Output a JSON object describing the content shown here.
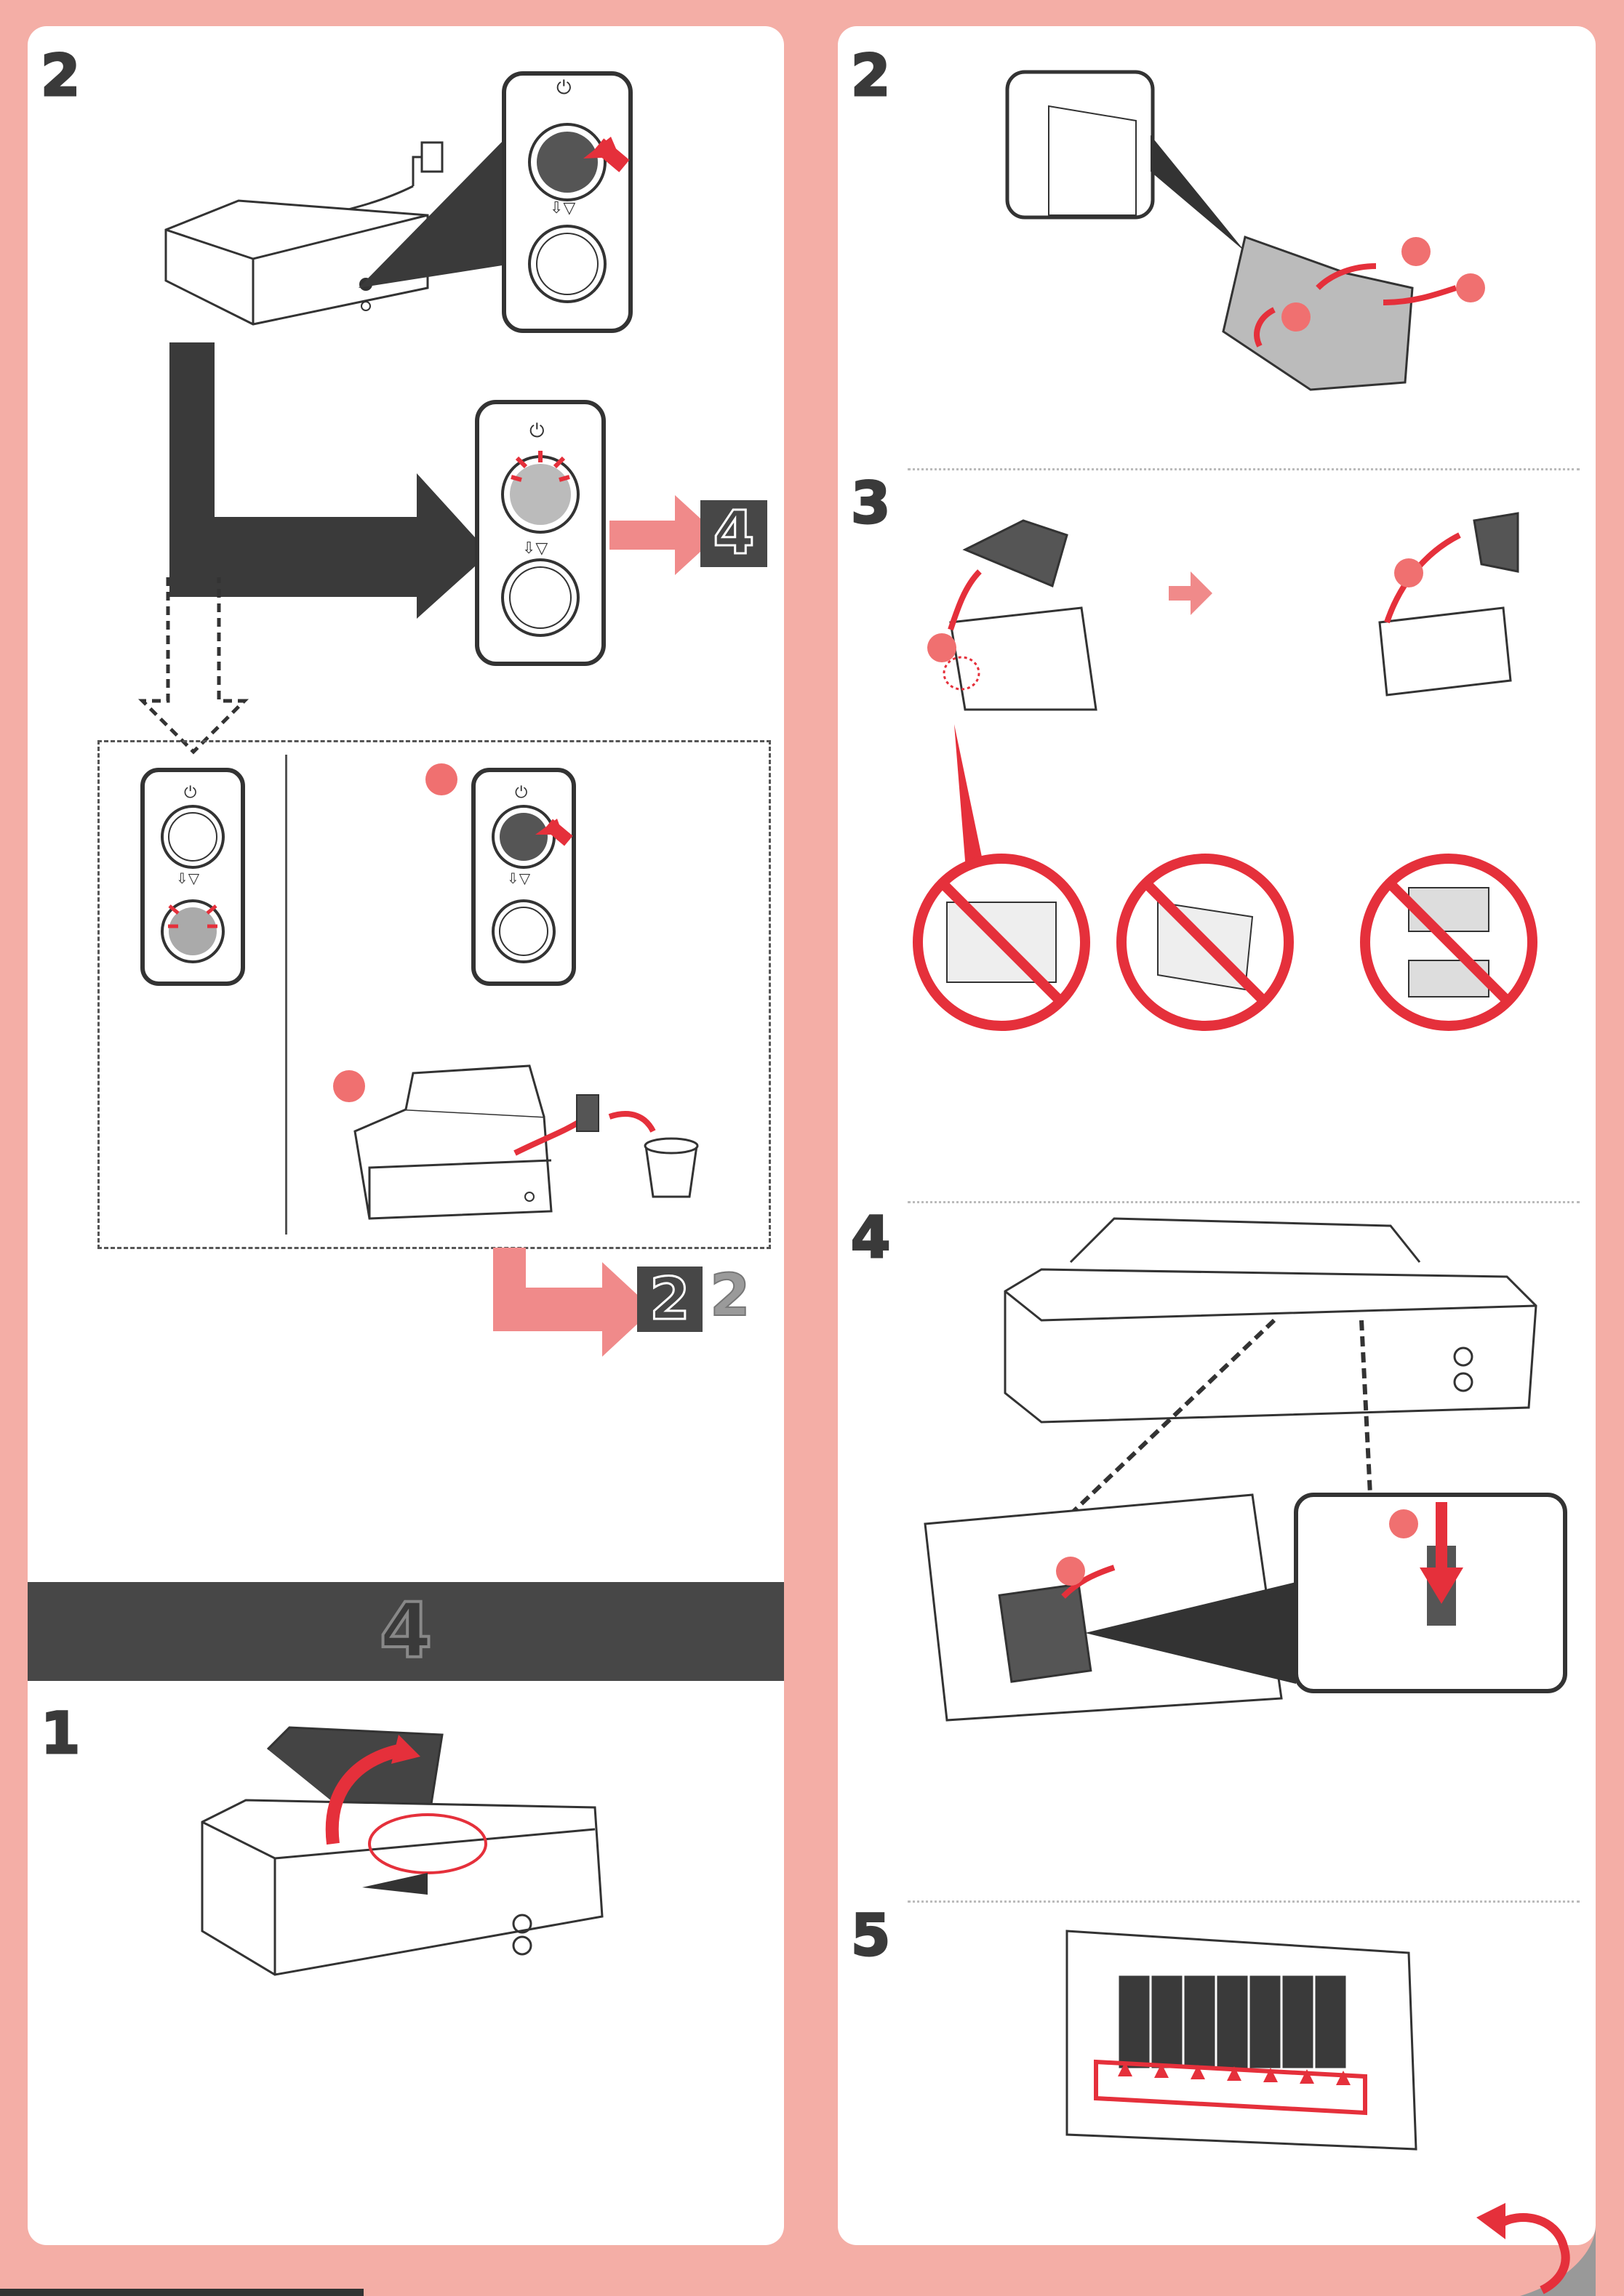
{
  "left": {
    "step_top": "2",
    "goto_badge": "4",
    "goto_badge_pair": [
      "2",
      "2"
    ],
    "section_header": "4",
    "step_bottom": "1",
    "power_symbol": "⏻",
    "resume_symbol": "⇩▽"
  },
  "right": {
    "steps": [
      "2",
      "3",
      "4",
      "5"
    ]
  },
  "colors": {
    "background": "#f4aea6",
    "panel": "#ffffff",
    "accent_red": "#e5303b",
    "accent_pink": "#f08a8a",
    "dark": "#474747"
  }
}
